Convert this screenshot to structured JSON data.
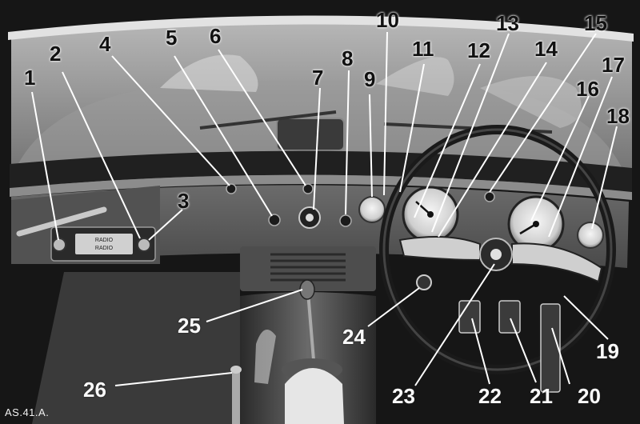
{
  "figure": {
    "reference": "AS.41.A.",
    "callouts": [
      "1",
      "2",
      "3",
      "4",
      "5",
      "6",
      "7",
      "8",
      "9",
      "10",
      "11",
      "12",
      "13",
      "14",
      "15",
      "16",
      "17",
      "18",
      "19",
      "20",
      "21",
      "22",
      "23",
      "24",
      "25",
      "26"
    ]
  },
  "radio": {
    "faceplate_line1": "RADIO",
    "faceplate_line2": "RADIO"
  },
  "colors": {
    "photo_dark": "#141414",
    "dash_panel": "#5a5a5a",
    "label_text": "#111111"
  }
}
